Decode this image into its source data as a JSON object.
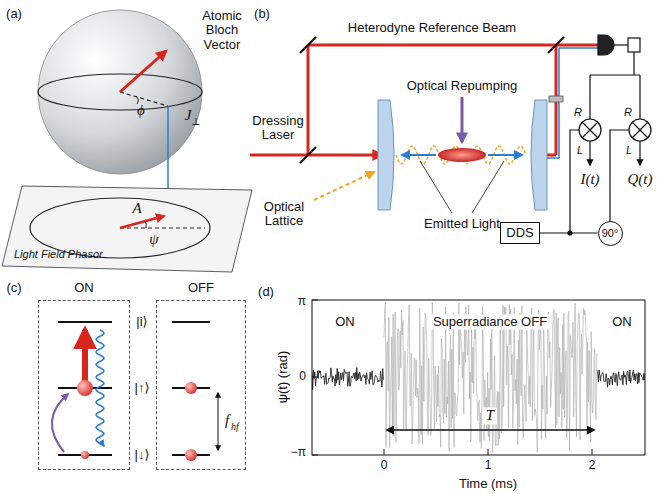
{
  "diagram": {
    "nodes": [
      {
        "text": [
          "ON"
        ]
      },
      {
        "text": [
          "OFF"
        ]
      },
      {
        "text": [
          "DDS"
        ]
      },
      {
        "text": [
          "90°"
        ]
      }
    ],
    "edges": [
      {
        "from": 2,
        "to": 3,
        "arrow": "none"
      }
    ],
    "labels": [
      "(a)",
      "Atomic Bloch Vector",
      "ϕ",
      "J",
      "⊥",
      "A",
      "ψ",
      "Light Field Phasor",
      "(b)",
      "Heterodyne Reference Beam",
      "Dressing Laser",
      "Optical Lattice",
      "Optical Repumping",
      "Emitted Light",
      "R",
      "L",
      "R",
      "L",
      "I(t)",
      "Q(t)",
      "(c)",
      "|i⟩",
      "|↑⟩",
      "|↓⟩",
      "f",
      "hf",
      "(d)",
      "π",
      "0",
      "−π",
      "ψ(t) (rad)",
      "ON",
      "Superradiance OFF",
      "ON",
      "T",
      "0",
      "1",
      "2",
      "Time (ms)"
    ]
  }
}
